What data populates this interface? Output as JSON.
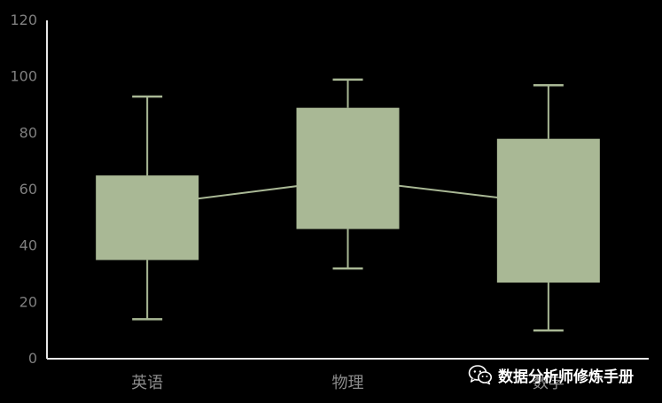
{
  "chart_data": {
    "type": "box",
    "title": "",
    "xlabel": "",
    "ylabel": "",
    "ylim": [
      0,
      120
    ],
    "yticks": [
      0,
      20,
      40,
      60,
      80,
      100,
      120
    ],
    "categories": [
      "英语",
      "物理",
      "数学"
    ],
    "boxes": [
      {
        "category": "英语",
        "min": 14,
        "q1": 35,
        "median": 54,
        "q3": 65,
        "max": 93
      },
      {
        "category": "物理",
        "min": 32,
        "q1": 46,
        "median": 64,
        "q3": 89,
        "max": 99
      },
      {
        "category": "数学",
        "min": 10,
        "q1": 27,
        "median": 55,
        "q3": 78,
        "max": 97
      }
    ],
    "mean_line": [
      54.5,
      63.5,
      55
    ],
    "grid": false,
    "colors": {
      "box_fill": "#a9b895",
      "whisker": "#a9b895",
      "mean_line": "#a9b895",
      "axis": "#e8e8e8",
      "tick_text": "#7f7f7f",
      "background": "#000000"
    }
  },
  "watermark": {
    "text": "数据分析师修炼手册",
    "icon": "wechat-icon"
  }
}
